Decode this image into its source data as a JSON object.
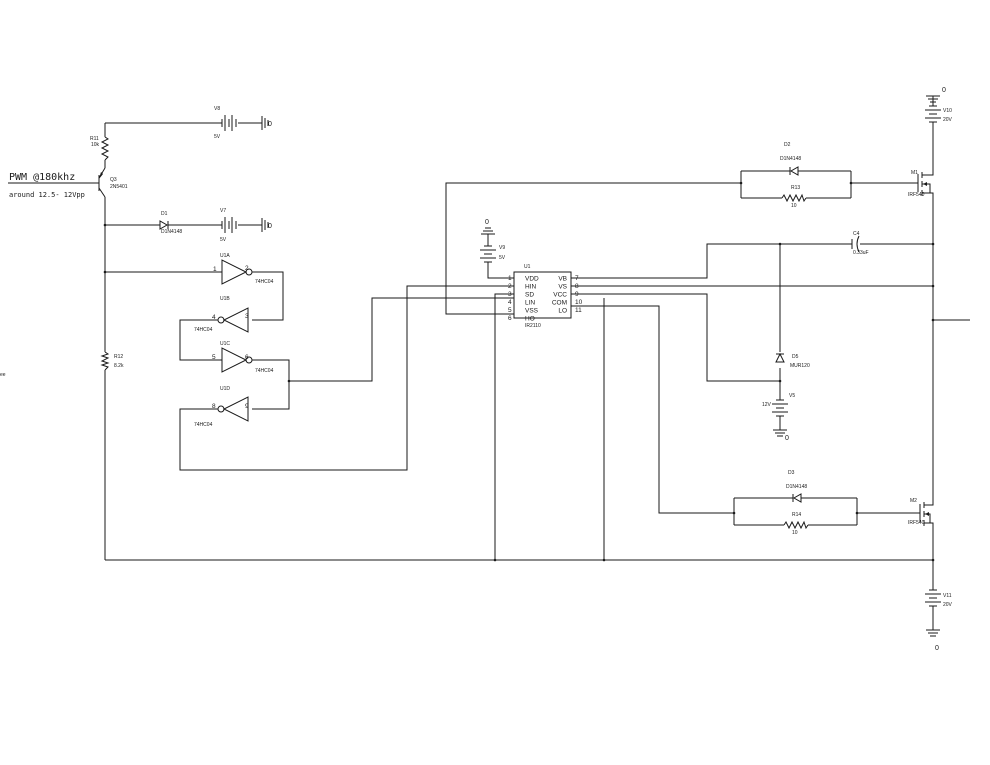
{
  "notes": {
    "pwm": "PWM @180khz",
    "amplitude": "around 12.5- 12Vpp"
  },
  "labels": {
    "v8": "V8",
    "v8_val": "5V",
    "v7": "V7",
    "v7_val": "5V",
    "v9": "V9",
    "v9_val": "5V",
    "v10": "V10",
    "v10_val": "20V",
    "v11": "V11",
    "v11_val": "20V",
    "v5": "V5",
    "v5_val": "12V",
    "r11": "R11",
    "r11_val": "10k",
    "r12": "R12",
    "r12_val": "8.2k",
    "r13": "R13",
    "r13_val": "10",
    "r14": "R14",
    "r14_val": "10",
    "q3": "Q3",
    "q3_val": "2N5401",
    "d1": "D1",
    "d1_val": "D1N4148",
    "d2": "D2",
    "d2_val": "D1N4148",
    "d3": "D3",
    "d3_val": "D1N4148",
    "d5": "D5",
    "d5_val": "MUR120",
    "c4": "C4",
    "c4_val": "0.33uF",
    "u1": "U1",
    "u1_part": "IR2110",
    "m1": "M1",
    "m1_val": "IRF540",
    "m2": "M2",
    "m2_val": "IRF540",
    "u1a": "U1A",
    "u1b": "U1B",
    "u1c": "U1C",
    "u1d": "U1D",
    "inv_part": "74HC04",
    "ground": "0",
    "left_edge": "ee"
  },
  "gates": {
    "u1a_in": "1",
    "u1a_out": "2",
    "u1b_in": "3",
    "u1b_out": "4",
    "u1c_in": "5",
    "u1c_out": "6",
    "u1d_in": "9",
    "u1d_out": "8"
  },
  "ic_pins": {
    "left": [
      {
        "num": "1",
        "name": "VDD"
      },
      {
        "num": "2",
        "name": "HIN"
      },
      {
        "num": "3",
        "name": "SD"
      },
      {
        "num": "4",
        "name": "LIN"
      },
      {
        "num": "5",
        "name": "VSS"
      },
      {
        "num": "6",
        "name": "HO"
      }
    ],
    "right": [
      {
        "num": "7",
        "name": "VB"
      },
      {
        "num": "8",
        "name": "VS"
      },
      {
        "num": "9",
        "name": "VCC"
      },
      {
        "num": "10",
        "name": "COM"
      },
      {
        "num": "11",
        "name": "LO"
      }
    ]
  }
}
